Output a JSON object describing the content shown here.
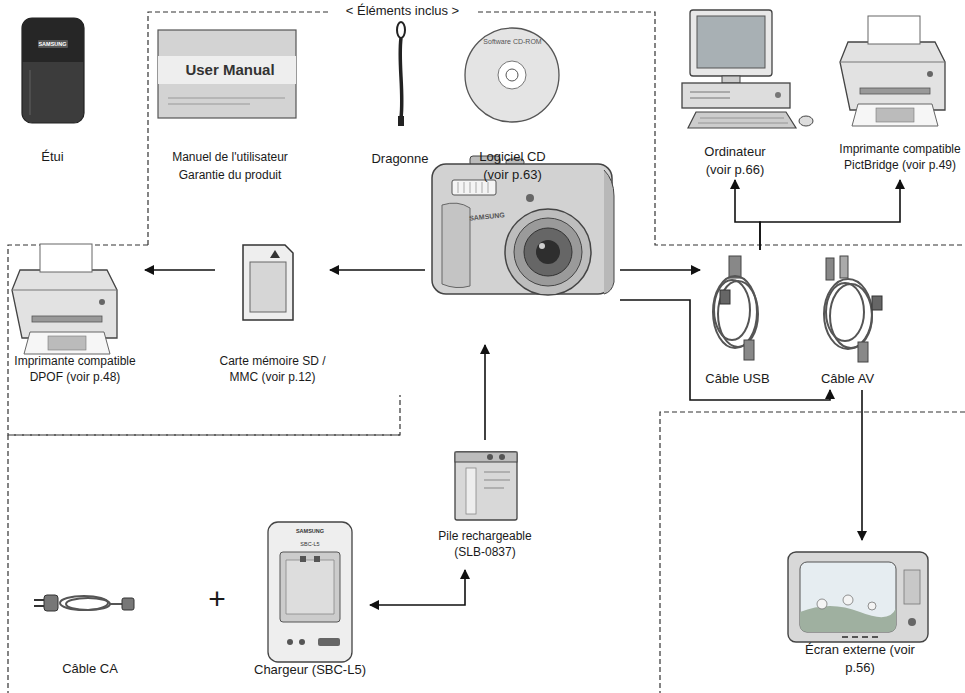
{
  "diagram": {
    "nodes": [
      {
        "text": [
          "SAMSUNG",
          "Étui"
        ]
      },
      {
        "text": [
          "User Manual",
          "Manuel de l'utilisateur Garantie du produit"
        ]
      },
      {
        "text": [
          "Dragonne"
        ]
      },
      {
        "text": [
          "Software CD-ROM",
          "Logiciel CD (voir p.63)"
        ]
      },
      {
        "text": [
          "Ordinateur (voir p.66)"
        ]
      },
      {
        "text": [
          "Imprimante compatible PictBridge (voir p.49)"
        ]
      },
      {
        "text": [
          "Imprimante compatible DPOF (voir p.48)"
        ]
      },
      {
        "text": [
          "Carte mémoire SD / MMC (voir p.12)"
        ]
      },
      {
        "text": [
          "SAMSUNG"
        ]
      },
      {
        "text": [
          "Câble USB"
        ]
      },
      {
        "text": [
          "Câble AV"
        ]
      },
      {
        "text": [
          "Pile rechargeable (SLB-0837)"
        ]
      },
      {
        "text": [
          "Câble CA"
        ]
      },
      {
        "text": [
          "SAMSUNG",
          "SBC-L5",
          "Chargeur (SBC-L5)"
        ]
      },
      {
        "text": [
          "Écran externe (voir p.56)"
        ]
      }
    ],
    "edges": [
      {
        "from": 8,
        "to": 7,
        "arrow": "to"
      },
      {
        "from": 7,
        "to": 6,
        "arrow": "to"
      },
      {
        "from": 8,
        "to": 9,
        "arrow": "to"
      },
      {
        "from": 8,
        "to": 10,
        "arrow": "to"
      },
      {
        "from": 9,
        "to": 4,
        "arrow": "to"
      },
      {
        "from": 9,
        "to": 5,
        "arrow": "to"
      },
      {
        "from": 10,
        "to": 14,
        "arrow": "to"
      },
      {
        "from": 11,
        "to": 8,
        "arrow": "to"
      },
      {
        "from": 13,
        "to": 11,
        "arrow": "both"
      }
    ],
    "labels": [
      "< Éléments inclus >",
      "+"
    ]
  }
}
